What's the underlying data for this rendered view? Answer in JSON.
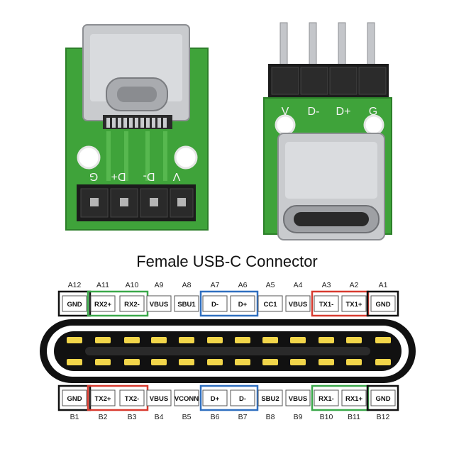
{
  "title": "Female USB-C Connector",
  "board_left": {
    "silk_labels": [
      "G",
      "D+",
      "D-",
      "V"
    ]
  },
  "board_right": {
    "silk_labels": [
      "V",
      "D-",
      "D+",
      "G"
    ]
  },
  "top_row": [
    {
      "num": "A12",
      "label": "GND"
    },
    {
      "num": "A11",
      "label": "RX2+"
    },
    {
      "num": "A10",
      "label": "RX2-"
    },
    {
      "num": "A9",
      "label": "VBUS"
    },
    {
      "num": "A8",
      "label": "SBU1"
    },
    {
      "num": "A7",
      "label": "D-"
    },
    {
      "num": "A6",
      "label": "D+"
    },
    {
      "num": "A5",
      "label": "CC1"
    },
    {
      "num": "A4",
      "label": "VBUS"
    },
    {
      "num": "A3",
      "label": "TX1-"
    },
    {
      "num": "A2",
      "label": "TX1+"
    },
    {
      "num": "A1",
      "label": "GND"
    }
  ],
  "bottom_row": [
    {
      "num": "B1",
      "label": "GND"
    },
    {
      "num": "B2",
      "label": "TX2+"
    },
    {
      "num": "B3",
      "label": "TX2-"
    },
    {
      "num": "B4",
      "label": "VBUS"
    },
    {
      "num": "B5",
      "label": "VCONN"
    },
    {
      "num": "B6",
      "label": "D+"
    },
    {
      "num": "B7",
      "label": "D-"
    },
    {
      "num": "B8",
      "label": "SBU2"
    },
    {
      "num": "B9",
      "label": "VBUS"
    },
    {
      "num": "B10",
      "label": "RX1-"
    },
    {
      "num": "B11",
      "label": "RX1+"
    },
    {
      "num": "B12",
      "label": "GND"
    }
  ],
  "colors": {
    "pcb": "#3fa33a",
    "metal": "#c9cbce",
    "gnd_box": "#111111",
    "rx_box": "#3aa84a",
    "data_box": "#2f6fc0",
    "tx_box": "#d83a2f",
    "pad": "#f2d64a",
    "connector_body": "#111111"
  }
}
